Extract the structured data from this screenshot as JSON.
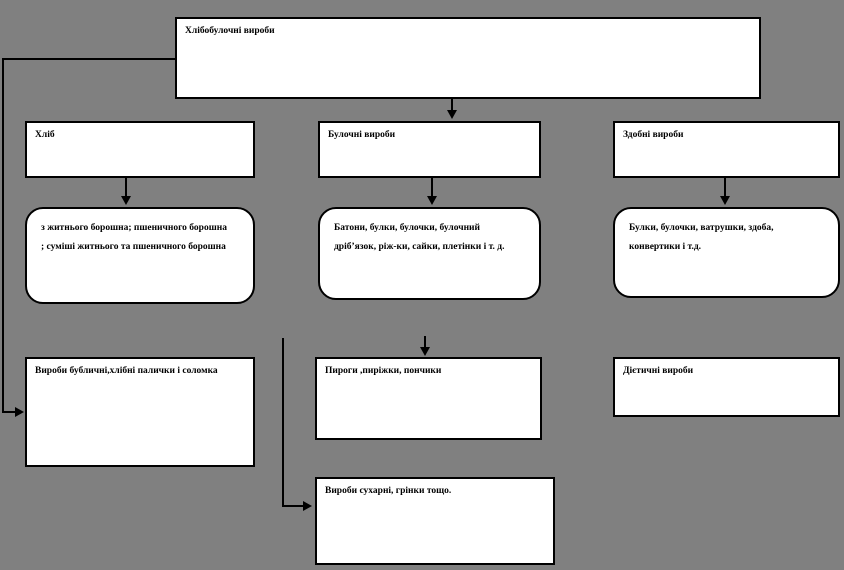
{
  "diagram": {
    "title": "Хлібобулочні вироби",
    "background_color": "#808080",
    "box_fill_color": "#ffffff",
    "line_color": "#000000",
    "nodes": {
      "root": {
        "label": "Хлібобулочні вироби"
      },
      "bread": {
        "label": "Хліб"
      },
      "buns": {
        "label": "Булочні вироби"
      },
      "rich": {
        "label": "Здобні вироби"
      },
      "bread_types": {
        "line1": "з житнього борошна; пшеничного борошна",
        "line2": "; суміші житнього та пшеничного борошна"
      },
      "bun_types": {
        "line1": "Батони, булки, булочки, булочний",
        "line2": "дріб’язок, ріж-ки, сайки, плетінки і т. д."
      },
      "rich_types": {
        "line1": "Булки, булочки, ватрушки, здоба,",
        "line2": "конвертики і т.д."
      },
      "bublik": {
        "label": "Вироби бубличні,хлібні палички і соломка"
      },
      "pies": {
        "label": "Пироги ,пиріжки, пончики"
      },
      "diet": {
        "label": "Дієтичні вироби"
      },
      "rusks": {
        "label": "Вироби сухарні, грінки тощо."
      }
    }
  }
}
